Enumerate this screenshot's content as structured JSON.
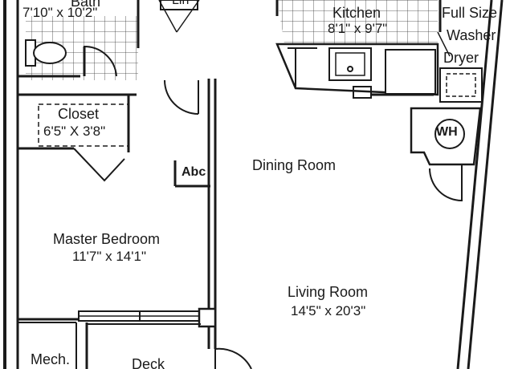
{
  "rooms": {
    "bath": {
      "name": "Bath",
      "dims": "7'10\" x 10'2\""
    },
    "lin": {
      "name": "Lin"
    },
    "kitchen": {
      "name": "Kitchen",
      "dims": "8'1\" x 9'7\""
    },
    "washer_dryer": {
      "line1": "Full Size",
      "line2": "Washer",
      "line3": "Dryer"
    },
    "closet": {
      "name": "Closet",
      "dims": "6'5\" X 3'8\""
    },
    "water_heater": {
      "label": "WH"
    },
    "abc": {
      "label": "Abc"
    },
    "dining": {
      "name": "Dining Room"
    },
    "master_bedroom": {
      "name": "Master Bedroom",
      "dims": "11'7\" x 14'1\""
    },
    "living": {
      "name": "Living Room",
      "dims": "14'5\" x 20'3\""
    },
    "mech": {
      "name": "Mech."
    },
    "deck": {
      "name": "Deck"
    }
  },
  "colors": {
    "line": "#1a1a1a",
    "background": "#ffffff"
  }
}
